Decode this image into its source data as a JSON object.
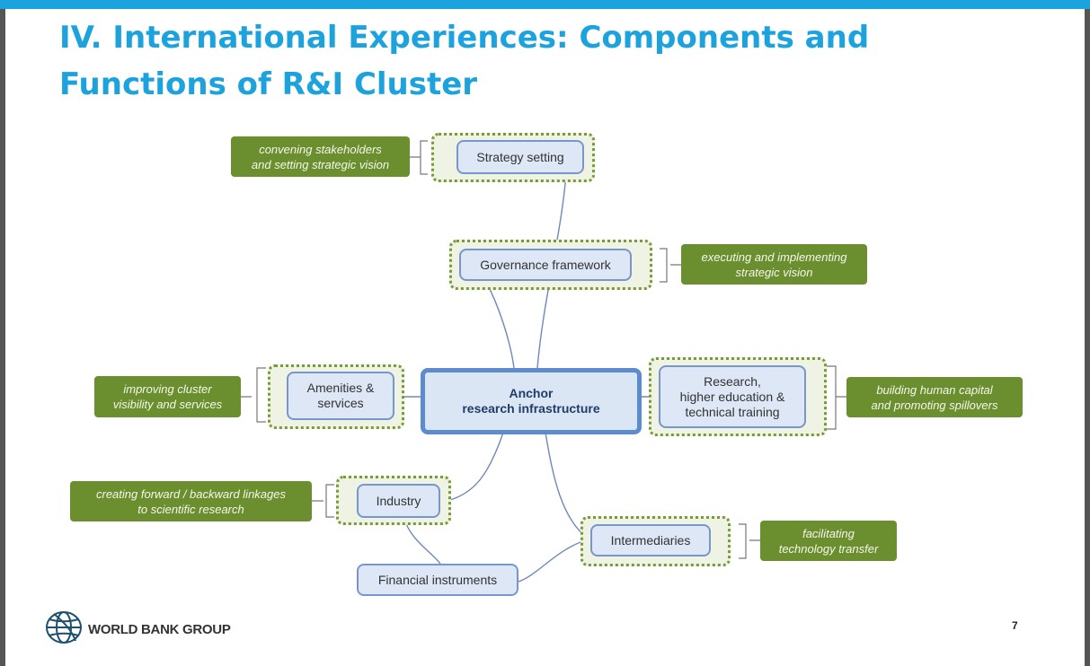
{
  "title": "IV. International Experiences: Components and Functions of R&I Cluster",
  "nodes": {
    "strategy": "Strategy setting",
    "governance": "Governance framework",
    "amenities": "Amenities &\nservices",
    "anchor": "Anchor\nresearch infrastructure",
    "research": "Research,\nhigher education &\ntechnical training",
    "industry": "Industry",
    "intermediaries": "Intermediaries",
    "financial": "Financial instruments"
  },
  "functions": {
    "strategy": "convening stakeholders\nand setting strategic vision",
    "governance": "executing and implementing\nstrategic vision",
    "amenities": "improving cluster\nvisibility and services",
    "research": "building human capital\nand promoting spillovers",
    "industry": "creating forward / backward linkages\nto scientific research",
    "intermediaries": "facilitating\ntechnology transfer"
  },
  "footer": {
    "logo_text": "WORLD BANK GROUP",
    "page_number": "7"
  },
  "colors": {
    "title": "#1ca2dd",
    "function_box": "#6b8e2f",
    "node_fill": "#dde7f6",
    "node_border": "#7896cd"
  }
}
